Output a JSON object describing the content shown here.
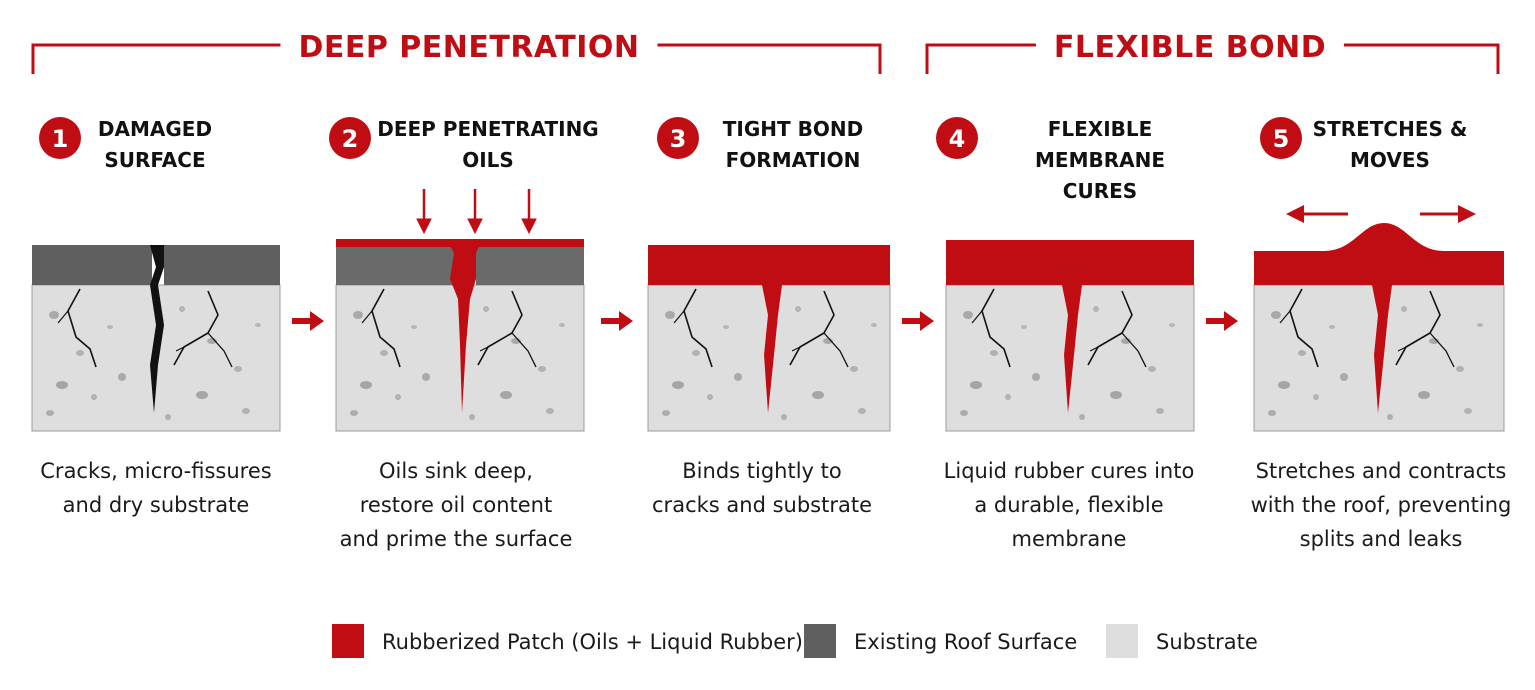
{
  "colors": {
    "accent": "#c00d14",
    "roof": "#5f5f5f",
    "substrate": "#dedede",
    "crack": "#111111",
    "text": "#1a1a1a"
  },
  "groups": [
    {
      "label": "DEEP PENETRATION"
    },
    {
      "label": "FLEXIBLE BOND"
    }
  ],
  "steps": [
    {
      "number": "1",
      "title": "DAMAGED\nSURFACE",
      "description": "Cracks, micro-fissures\nand dry substrate"
    },
    {
      "number": "2",
      "title": "DEEP PENETRATING\nOILS",
      "description": "Oils sink deep,\nrestore oil content\nand prime the surface"
    },
    {
      "number": "3",
      "title": "TIGHT BOND\nFORMATION",
      "description": "Binds tightly to\ncracks and substrate"
    },
    {
      "number": "4",
      "title": "FLEXIBLE MEMBRANE\nCURES",
      "description": "Liquid rubber cures into\na durable, flexible\nmembrane"
    },
    {
      "number": "5",
      "title": "STRETCHES &\nMOVES",
      "description": "Stretches and contracts\nwith the roof, preventing\nsplits and leaks"
    }
  ],
  "legend": [
    {
      "label": "Rubberized Patch (Oils + Liquid Rubber)",
      "color": "#c00d14",
      "icon": "patch-swatch"
    },
    {
      "label": "Existing Roof Surface",
      "color": "#5f5f5f",
      "icon": "roof-swatch"
    },
    {
      "label": "Substrate",
      "color": "#dedede",
      "icon": "substrate-swatch"
    }
  ]
}
